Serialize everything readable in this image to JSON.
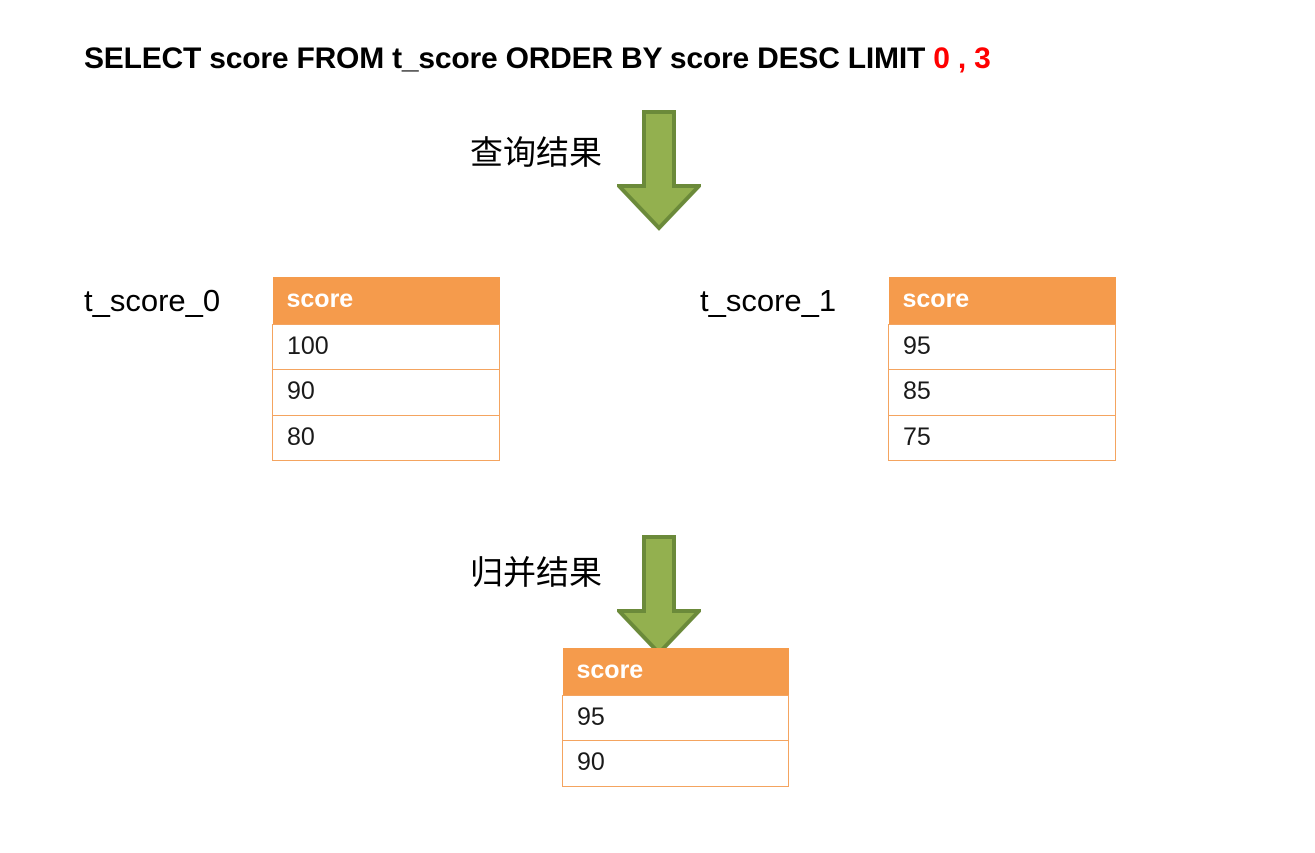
{
  "title": {
    "prefix": "SELECT score FROM t_score ORDER BY score DESC LIMIT ",
    "limit_offset": "0",
    "limit_separator": " , ",
    "limit_count": "3",
    "full": "SELECT score FROM t_score ORDER BY score DESC LIMIT 0 , 3"
  },
  "colors": {
    "header_orange": "#F59B4C",
    "table_border_orange": "#F4A460",
    "arrow_green_fill": "#93B04F",
    "arrow_green_border": "#6B8A3A",
    "highlight_red": "#FF0000",
    "text_black": "#000000"
  },
  "flow": {
    "step1_label": "查询结果",
    "step2_label": "归并结果"
  },
  "shard_tables": [
    {
      "name": "t_score_0",
      "column_header": "score",
      "rows": [
        "100",
        "90",
        "80"
      ]
    },
    {
      "name": "t_score_1",
      "column_header": "score",
      "rows": [
        "95",
        "85",
        "75"
      ]
    }
  ],
  "result_table": {
    "column_header": "score",
    "rows": [
      "95",
      "90"
    ]
  }
}
